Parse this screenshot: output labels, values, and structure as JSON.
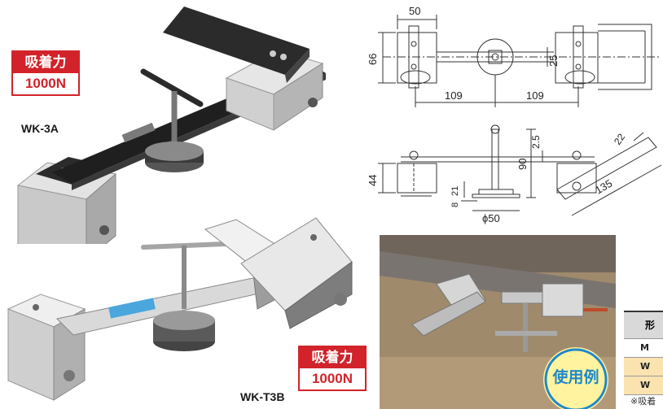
{
  "products": [
    {
      "model": "WK-3A",
      "badge_top": "吸着力",
      "badge_bottom": "1000N"
    },
    {
      "model": "WK-T3B",
      "badge_top": "吸着力",
      "badge_bottom": "1000N"
    }
  ],
  "dimensions_top": {
    "width_50": "50",
    "height_66": "66",
    "spacing_25": "25",
    "span_left": "109",
    "span_right": "109"
  },
  "dimensions_side": {
    "height_44": "44",
    "d_21": "21",
    "d_8": "8",
    "diameter": "ϕ50",
    "height_90": "90",
    "d_2_5": "2.5",
    "d_22": "22",
    "length_135": "135"
  },
  "usage_label": "使用例",
  "table": {
    "header": "形",
    "rows": [
      "M",
      "W",
      "W"
    ],
    "note": "※吸着"
  },
  "colors": {
    "badge_red": "#d2232a",
    "usage_blue": "#1e88c8",
    "usage_bg": "#fff3a0"
  }
}
